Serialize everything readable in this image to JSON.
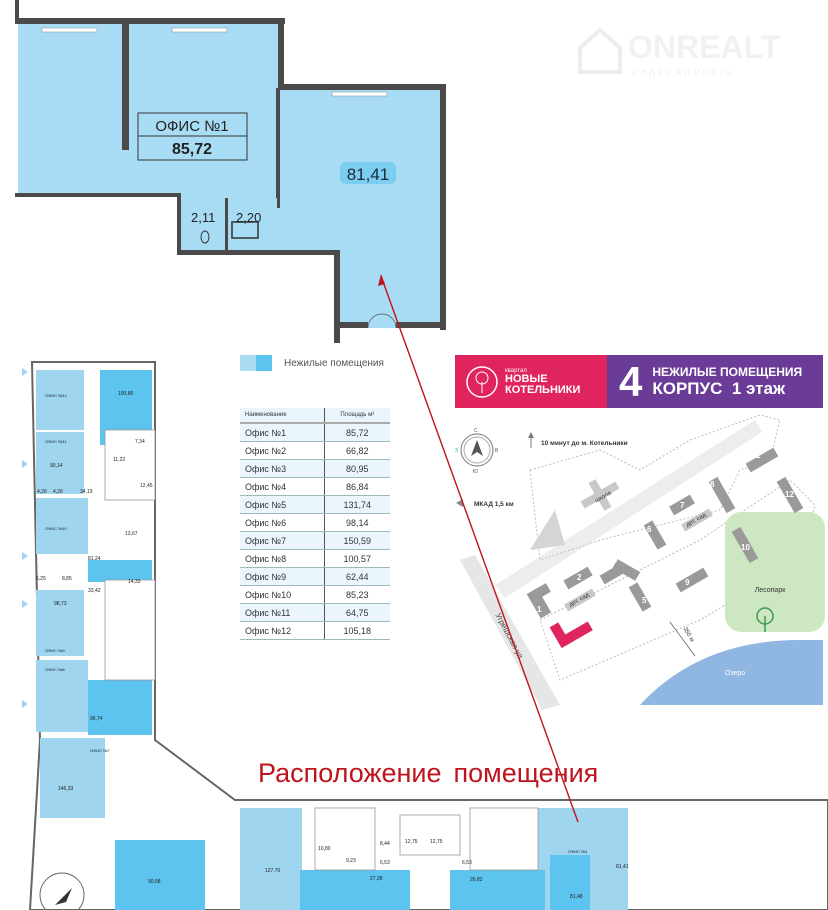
{
  "watermark": {
    "brand": "ONREALT",
    "sub": "недвижимость"
  },
  "office_plan": {
    "office_label": "ОФИС №1",
    "office_area": "85,72",
    "room_area": "81,41",
    "wc_1": "2,11",
    "wc_2": "2,20"
  },
  "legend": {
    "label": "Нежилые помещения"
  },
  "table": {
    "headers": [
      "Наименование",
      "Площадь м²"
    ],
    "rows": [
      [
        "Офис №1",
        "85,72"
      ],
      [
        "Офис №2",
        "66,82"
      ],
      [
        "Офис №3",
        "80,95"
      ],
      [
        "Офис №4",
        "86,84"
      ],
      [
        "Офис №5",
        "131,74"
      ],
      [
        "Офис №6",
        "98,14"
      ],
      [
        "Офис №7",
        "150,59"
      ],
      [
        "Офис №8",
        "100,57"
      ],
      [
        "Офис №9",
        "62,44"
      ],
      [
        "Офис №10",
        "85,23"
      ],
      [
        "Офис №11",
        "64,75"
      ],
      [
        "Офис №12",
        "105,18"
      ]
    ]
  },
  "banner": {
    "quarter": "квартал",
    "name_1": "НОВЫЕ",
    "name_2": "КОТЕЛЬНИКИ",
    "building_number": "4",
    "title": "НЕЖИЛЫЕ ПОМЕЩЕНИЯ",
    "korpus": "КОРПУС",
    "floor": "1 этаж",
    "pink": "#e0245e",
    "purple": "#6a3c97"
  },
  "map": {
    "metro": "10 минут до м. Котельники",
    "mkad": "МКАД 1,5 км",
    "school": "школа",
    "kindergarten_1": "дет. сад",
    "kindergarten_2": "дет. сад",
    "park": "Лесопарк",
    "lake": "Озеро",
    "distance": "350 м",
    "street": "Угрешская ул.",
    "compass": {
      "n": "С",
      "e": "В",
      "s": "Ю",
      "w": "З"
    },
    "buildings": [
      "1",
      "2",
      "3",
      "4",
      "5",
      "6",
      "7",
      "8",
      "9",
      "10",
      "11",
      "12"
    ]
  },
  "caption": {
    "word1": "Расположение",
    "word2": "помещения"
  },
  "floor_plan": {
    "labels": [
      "100,86",
      "90,14",
      "4,26",
      "4,26",
      "34,19",
      "81,24",
      "6,25",
      "8,85",
      "33,42",
      "14,33",
      "98,73",
      "96,74",
      "7,34",
      "11,22",
      "12,45",
      "13,67",
      "146,33",
      "90,68",
      "127,76",
      "27,28",
      "26,82",
      "10,80",
      "9,23",
      "8,44",
      "12,75",
      "12,75",
      "6,53",
      "6,53",
      "81,41",
      "81,48"
    ],
    "office_tags": [
      "ОФИС №12",
      "ОФИС №11",
      "ОФИС №10",
      "ОФИС №9",
      "ОФИС №8",
      "ОФИС №7",
      "ОФИС №1"
    ]
  }
}
